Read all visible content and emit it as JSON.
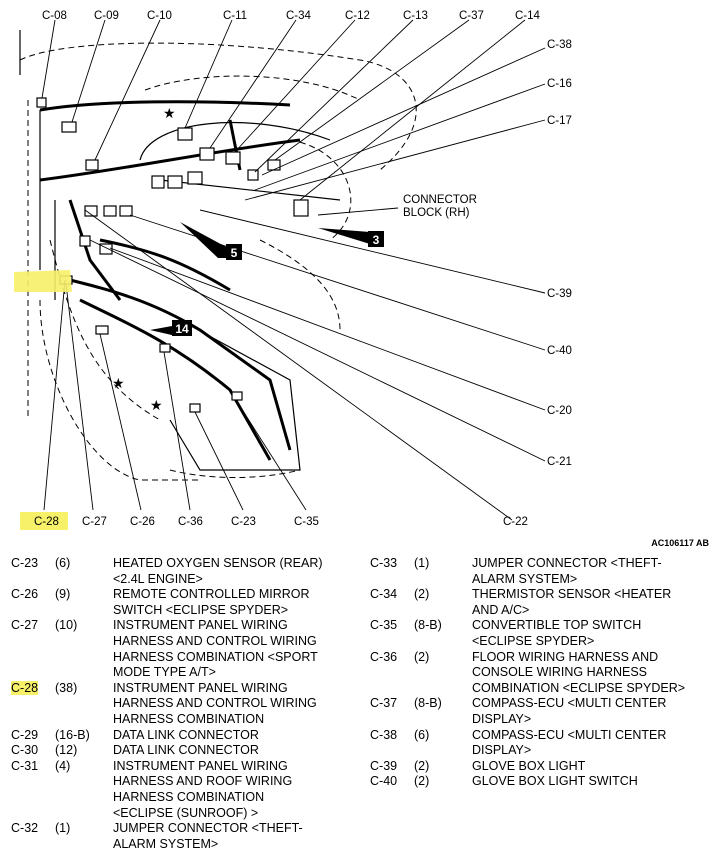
{
  "callouts_top": [
    "C-08",
    "C-09",
    "C-10",
    "C-11",
    "C-34",
    "C-12",
    "C-13",
    "C-37",
    "C-14"
  ],
  "callouts_right": [
    "C-38",
    "C-16",
    "C-17",
    "C-39",
    "C-40",
    "C-20",
    "C-21",
    "C-22"
  ],
  "callouts_bottom": [
    "C-28",
    "C-27",
    "C-26",
    "C-36",
    "C-23",
    "C-35"
  ],
  "connector_block": [
    "CONNECTOR",
    "BLOCK (RH)"
  ],
  "markers": [
    "5",
    "3",
    "14"
  ],
  "reference": "AC106117 AB",
  "highlight": {
    "code": "C-28",
    "color": "#f7f069"
  },
  "legend_left": [
    {
      "code": "C-23",
      "pins": "(6)",
      "desc": [
        "HEATED OXYGEN SENSOR (REAR)",
        "<2.4L ENGINE>"
      ]
    },
    {
      "code": "C-26",
      "pins": "(9)",
      "desc": [
        "REMOTE CONTROLLED MIRROR",
        "SWITCH <ECLIPSE SPYDER>"
      ]
    },
    {
      "code": "C-27",
      "pins": "(10)",
      "desc": [
        "INSTRUMENT PANEL WIRING",
        "HARNESS AND CONTROL WIRING",
        "HARNESS COMBINATION <SPORT",
        "MODE TYPE A/T>"
      ]
    },
    {
      "code": "C-28",
      "pins": "(38)",
      "desc": [
        "INSTRUMENT PANEL WIRING",
        "HARNESS AND CONTROL WIRING",
        "HARNESS COMBINATION"
      ]
    },
    {
      "code": "C-29",
      "pins": "(16-B)",
      "desc": [
        "DATA LINK CONNECTOR"
      ]
    },
    {
      "code": "C-30",
      "pins": "(12)",
      "desc": [
        "DATA LINK CONNECTOR"
      ]
    },
    {
      "code": "C-31",
      "pins": "(4)",
      "desc": [
        "INSTRUMENT PANEL WIRING",
        "HARNESS AND ROOF WIRING",
        "HARNESS COMBINATION",
        "<ECLIPSE (SUNROOF) >"
      ]
    },
    {
      "code": "C-32",
      "pins": "(1)",
      "desc": [
        "JUMPER CONNECTOR <THEFT-",
        "ALARM SYSTEM>"
      ]
    }
  ],
  "legend_right": [
    {
      "code": "C-33",
      "pins": "(1)",
      "desc": [
        "JUMPER CONNECTOR <THEFT-",
        "ALARM SYSTEM>"
      ]
    },
    {
      "code": "C-34",
      "pins": "(2)",
      "desc": [
        "THERMISTOR SENSOR <HEATER",
        "AND A/C>"
      ]
    },
    {
      "code": "C-35",
      "pins": "(8-B)",
      "desc": [
        "CONVERTIBLE TOP SWITCH",
        "<ECLIPSE SPYDER>"
      ]
    },
    {
      "code": "C-36",
      "pins": "(2)",
      "desc": [
        "FLOOR WIRING HARNESS AND",
        "CONSOLE WIRING HARNESS",
        "COMBINATION <ECLIPSE SPYDER>"
      ]
    },
    {
      "code": "C-37",
      "pins": "(8-B)",
      "desc": [
        "COMPASS-ECU <MULTI CENTER",
        "DISPLAY>"
      ]
    },
    {
      "code": "C-38",
      "pins": "(6)",
      "desc": [
        "COMPASS-ECU <MULTI CENTER",
        "DISPLAY>"
      ]
    },
    {
      "code": "C-39",
      "pins": "(2)",
      "desc": [
        "GLOVE BOX LIGHT"
      ]
    },
    {
      "code": "C-40",
      "pins": "(2)",
      "desc": [
        "GLOVE BOX LIGHT SWITCH"
      ]
    }
  ]
}
